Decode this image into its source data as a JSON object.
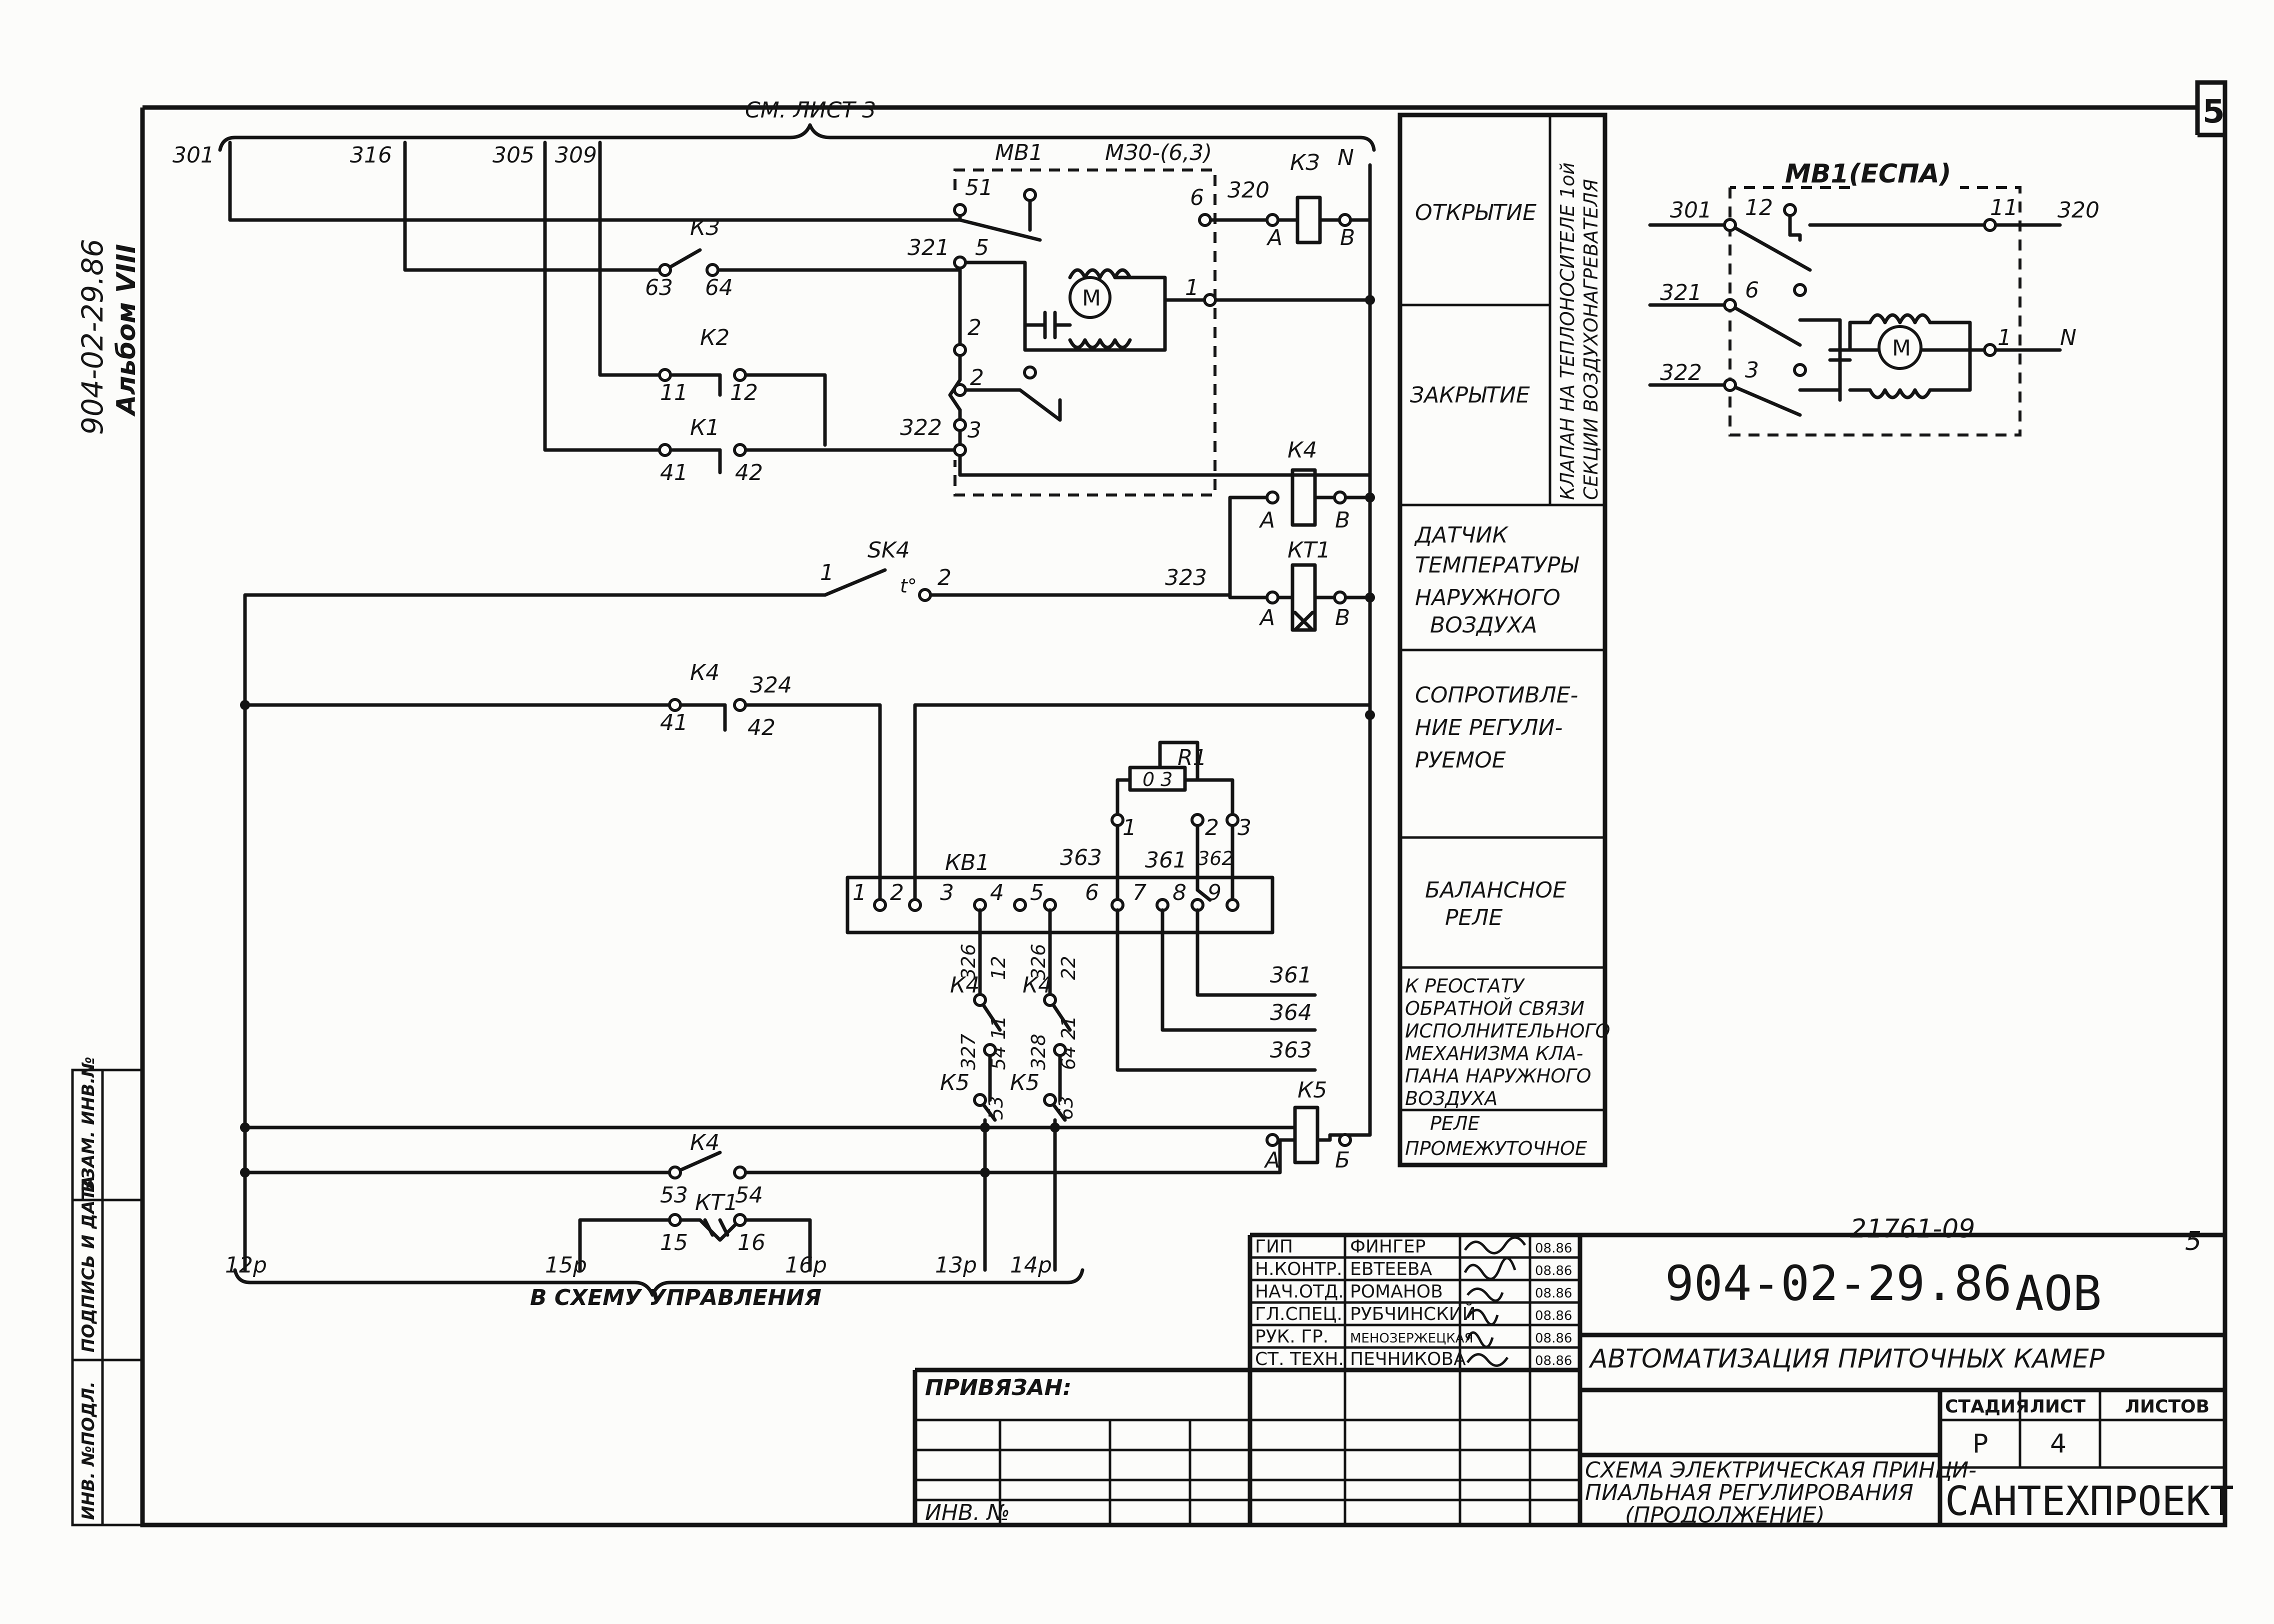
{
  "sheet": {
    "sheet_number": "5",
    "sheet_number_small": "5",
    "doc_code_side": "904-02-29.86",
    "album_side": "Альбом VIII",
    "archive_number": "21761-09"
  },
  "top_bus": {
    "label": "СМ. ЛИСТ 3"
  },
  "left_wires": [
    "301",
    "316",
    "305",
    "309"
  ],
  "contacts": {
    "k3": {
      "name": "КЗ",
      "a": "63",
      "b": "64"
    },
    "k2": {
      "name": "К2",
      "a": "11",
      "b": "12"
    },
    "k1": {
      "name": "К1",
      "a": "41",
      "b": "42"
    },
    "sk4": {
      "name": "SK4",
      "a": "1",
      "b": "2",
      "sym": "t°"
    },
    "k4_1": {
      "name": "К4",
      "a": "41",
      "b": "42",
      "wire": "324"
    },
    "k4_2": {
      "name": "К4",
      "a": "53",
      "b": "54"
    },
    "kt1": {
      "name": "КТ1",
      "a": "15",
      "b": "16"
    }
  },
  "motor_mv1": {
    "name": "МВ1",
    "type": "МЗ0-(6,3)",
    "motor_symbol": "М",
    "terminals": [
      "51",
      "6",
      "5",
      "1",
      "2",
      "2",
      "3"
    ],
    "wires": [
      "320",
      "321",
      "322"
    ]
  },
  "relays": {
    "k3": {
      "name": "КЗ",
      "a": "А",
      "b": "В",
      "neutral": "N"
    },
    "k4": {
      "name": "К4",
      "a": "А",
      "b": "В"
    },
    "kt1": {
      "name": "КТ1",
      "a": "А",
      "b": "В",
      "wire": "323"
    },
    "k5": {
      "name": "К5",
      "a": "А",
      "b": "Б"
    }
  },
  "resistor_r1": {
    "name": "R1",
    "inner": "0 3",
    "pins": [
      "1",
      "2",
      "3"
    ],
    "wire": "362"
  },
  "kb1": {
    "name": "КВ1",
    "pins": [
      "1",
      "2",
      "3",
      "4",
      "5",
      "6",
      "7",
      "8",
      "9"
    ],
    "wire_363": "363",
    "wire_361": "361",
    "wire_362": "362"
  },
  "lower_contacts": {
    "k4_a": {
      "name": "К4",
      "wire_top": "326",
      "pin_top": "12",
      "wire_bot": "327",
      "pin_bot": "54 11"
    },
    "k4_b": {
      "name": "К4",
      "wire_top": "326",
      "pin_top": "22",
      "wire_bot": "328",
      "pin_bot": "64 21"
    },
    "k5_a": {
      "name": "К5",
      "pin": "53"
    },
    "k5_b": {
      "name": "К5",
      "pin": "63"
    }
  },
  "feedback_wires": [
    "361",
    "364",
    "363"
  ],
  "bottom_terminals": [
    "12р",
    "15р",
    "16р",
    "13р",
    "14р"
  ],
  "bottom_bus": {
    "label": "В СХЕМУ УПРАВЛЕНИЯ"
  },
  "legend": [
    "ОТКРЫТИЕ",
    "ЗАКРЫТИЕ",
    "КЛАПАН НА ТЕПЛОНОСИТЕЛЕ 1ой",
    "СЕКЦИИ ВОЗДУХОНАГРЕВАТЕЛЯ",
    "ДАТЧИК",
    "ТЕМПЕРАТУРЫ",
    "НАРУЖНОГО",
    "ВОЗДУХА",
    "СОПРОТИВЛЕ-",
    "НИЕ РЕГУЛИ-",
    "РУЕМОЕ",
    "БАЛАНСНОЕ",
    "РЕЛЕ",
    "К РЕОСТАТУ",
    "ОБРАТНОЙ СВЯЗИ",
    "ИСПОЛНИТЕЛЬНОГО",
    "МЕХАНИЗМА КЛА-",
    "ПАНА НАРУЖНОГО",
    "ВОЗДУХА",
    "РЕЛЕ",
    "ПРОМЕЖУТОЧНОЕ"
  ],
  "mv1_espa": {
    "name": "МВ1(ЕСПА)",
    "motor_symbol": "М",
    "wires_left": [
      "301",
      "321",
      "322"
    ],
    "pins_left": [
      "12",
      "6",
      "3"
    ],
    "pins_right": [
      "11",
      "1"
    ],
    "wires_right": [
      "320",
      "N"
    ]
  },
  "side_stamp": [
    "ИНВ. №ПОДЛ.",
    "ПОДПИСЬ И ДАТА",
    "ВЗАМ. ИНВ.№"
  ],
  "title_block": {
    "roles": [
      "ГИП",
      "Н.КОНТР.",
      "НАЧ.ОТД.",
      "ГЛ.СПЕЦ.",
      "РУК. ГР.",
      "СТ. ТЕХН."
    ],
    "names": [
      "ФИНГЕР",
      "ЕВТЕЕВА",
      "РОМАНОВ",
      "РУБЧИНСКИЙ",
      "МЕНОЗЕРЖЕЦКАЯ",
      "ПЕЧНИКОВА"
    ],
    "dates": [
      "08.86",
      "08.86",
      "08.86",
      "08.86",
      "08.86",
      "08.86"
    ],
    "privyazan": "ПРИВЯЗАН:",
    "inv": "ИНВ. №",
    "code": "904-02-29.86",
    "suffix": "АОВ",
    "project": "АВТОМАТИЗАЦИЯ ПРИТОЧНЫХ КАМЕР",
    "desc": [
      "СХЕМА ЭЛЕКТРИЧЕСКАЯ ПРИНЦИ-",
      "ПИАЛЬНАЯ РЕГУЛИРОВАНИЯ",
      "(ПРОДОЛЖЕНИЕ)"
    ],
    "stage_label": "СТАДИЯ",
    "sheet_label": "ЛИСТ",
    "sheets_label": "ЛИСТОВ",
    "stage": "Р",
    "sheet": "4",
    "org": "САНТЕХПРОЕКТ"
  }
}
